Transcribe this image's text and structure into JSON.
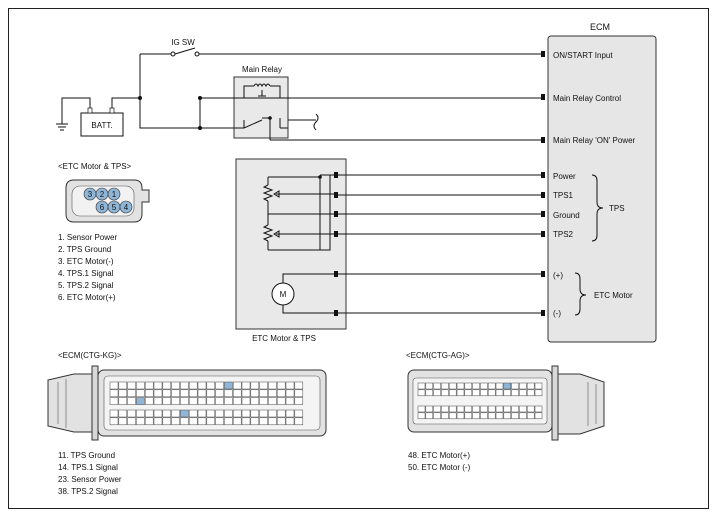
{
  "labels": {
    "ecm": "ECM",
    "ig_sw": "IG SW",
    "main_relay": "Main Relay",
    "batt": "BATT.",
    "etc_motor_tps_box": "ETC Motor & TPS",
    "motor_symbol": "M"
  },
  "ecm_pins": [
    "ON/START Input",
    "Main Relay Control",
    "Main Relay 'ON' Power",
    "Power",
    "TPS1",
    "Ground",
    "TPS2",
    "(+)",
    "(-)"
  ],
  "groups": {
    "tps": "TPS",
    "etc_motor": "ETC Motor"
  },
  "connector_tps": {
    "title": "<ETC Motor & TPS>",
    "pins_top": [
      "3",
      "2",
      "1"
    ],
    "pins_bottom": [
      "6",
      "5",
      "4"
    ],
    "legend": [
      "1. Sensor Power",
      "2. TPS Ground",
      "3. ETC Motor(-)",
      "4. TPS.1 Signal",
      "5. TPS.2 Signal",
      "6. ETC Motor(+)"
    ]
  },
  "connector_kg": {
    "title": "<ECM(CTG-KG)>",
    "legend": [
      "11. TPS Ground",
      "14. TPS.1 Signal",
      "23. Sensor Power",
      "38. TPS.2 Signal"
    ]
  },
  "connector_ag": {
    "title": "<ECM(CTG-AG)>",
    "legend": [
      "48. ETC Motor(+)",
      "50. ETC Motor (-)"
    ]
  }
}
